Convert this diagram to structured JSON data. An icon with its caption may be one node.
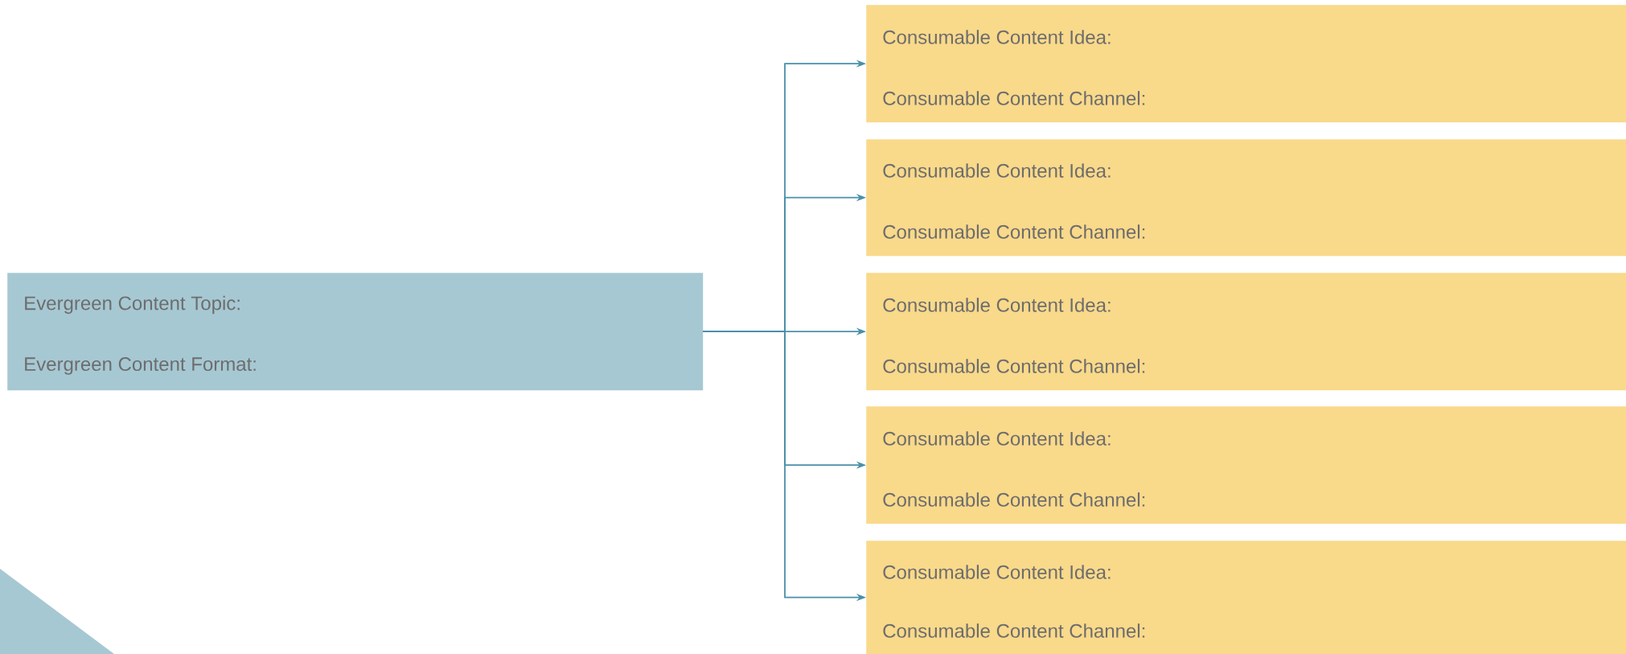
{
  "diagram": {
    "nodes": [
      {
        "text": [
          "Evergreen Content Topic:",
          "Evergreen Content Format:"
        ]
      },
      {
        "text": [
          "Consumable Content Idea:",
          "Consumable Content Channel:"
        ]
      },
      {
        "text": [
          "Consumable Content Idea:",
          "Consumable Content Channel:"
        ]
      },
      {
        "text": [
          "Consumable Content Idea:",
          "Consumable Content Channel:"
        ]
      },
      {
        "text": [
          "Consumable Content Idea:",
          "Consumable Content Channel:"
        ]
      },
      {
        "text": [
          "Consumable Content Idea:",
          "Consumable Content Channel:"
        ]
      }
    ],
    "edges": [
      {
        "from": 0,
        "to": 1,
        "arrow": "to"
      },
      {
        "from": 0,
        "to": 2,
        "arrow": "to"
      },
      {
        "from": 0,
        "to": 3,
        "arrow": "to"
      },
      {
        "from": 0,
        "to": 4,
        "arrow": "to"
      },
      {
        "from": 0,
        "to": 5,
        "arrow": "to"
      }
    ]
  }
}
